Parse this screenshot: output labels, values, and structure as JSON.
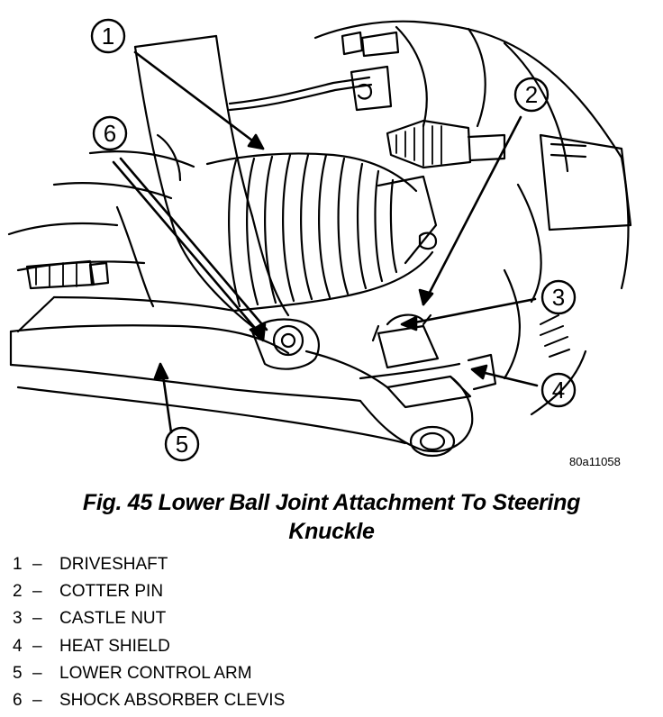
{
  "figure": {
    "code": "80a11058",
    "caption_line1": "Fig. 45 Lower Ball Joint Attachment To Steering",
    "caption_line2": "Knuckle"
  },
  "callouts": [
    "1",
    "2",
    "3",
    "4",
    "5",
    "6"
  ],
  "legend": [
    {
      "num": "1",
      "sep": "–",
      "text": "DRIVESHAFT"
    },
    {
      "num": "2",
      "sep": "–",
      "text": "COTTER PIN"
    },
    {
      "num": "3",
      "sep": "–",
      "text": "CASTLE NUT"
    },
    {
      "num": "4",
      "sep": "–",
      "text": "HEAT SHIELD"
    },
    {
      "num": "5",
      "sep": "–",
      "text": "LOWER CONTROL ARM"
    },
    {
      "num": "6",
      "sep": "–",
      "text": "SHOCK ABSORBER CLEVIS"
    }
  ]
}
